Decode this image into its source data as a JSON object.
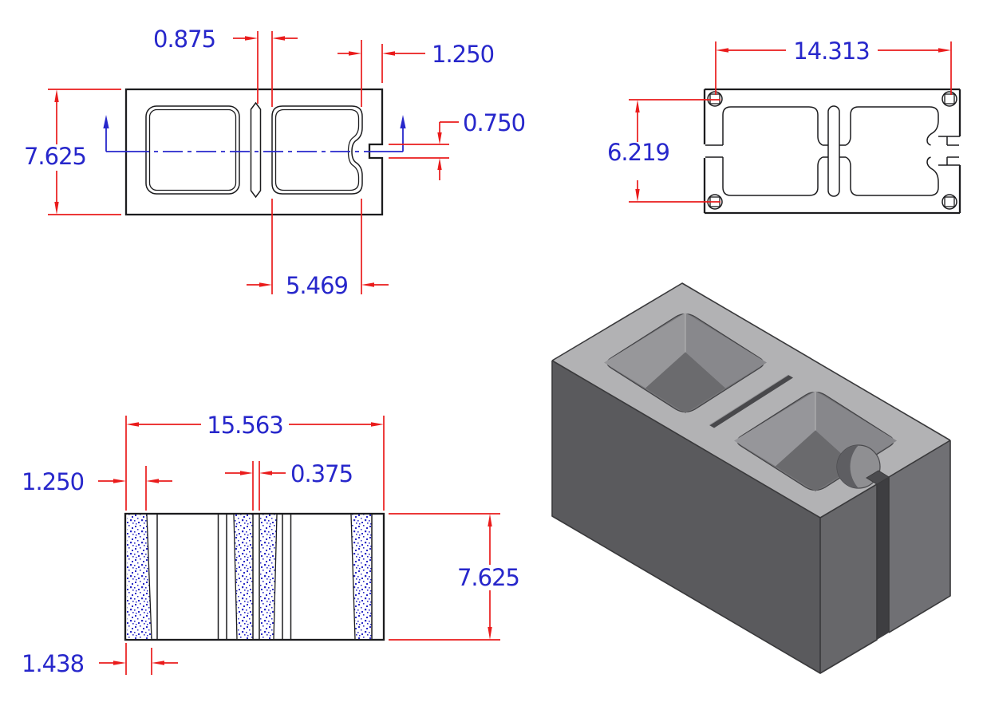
{
  "labels": {
    "plan": {
      "web_offset": "0.875",
      "right_wall": "1.250",
      "depth": "7.625",
      "notch": "0.750",
      "cell_width": "5.469"
    },
    "end_section": {
      "pin_span_width": "14.313",
      "pin_span_height": "6.219"
    },
    "side_section": {
      "overall_length": "15.563",
      "wall_top": "1.250",
      "center_slot": "0.375",
      "height": "7.625",
      "wall_bottom": "1.438"
    }
  },
  "colors": {
    "dimension_line": "#ea1b1b",
    "dimension_text": "#2727cb",
    "centerline": "#2727cb",
    "drawing_line": "#1c1c1e",
    "stipple_dots": "#2b2bc6",
    "block_top": "#b2b2b4",
    "block_front": "#5a5a5d",
    "block_side": "#707074",
    "background": "#ffffff"
  }
}
